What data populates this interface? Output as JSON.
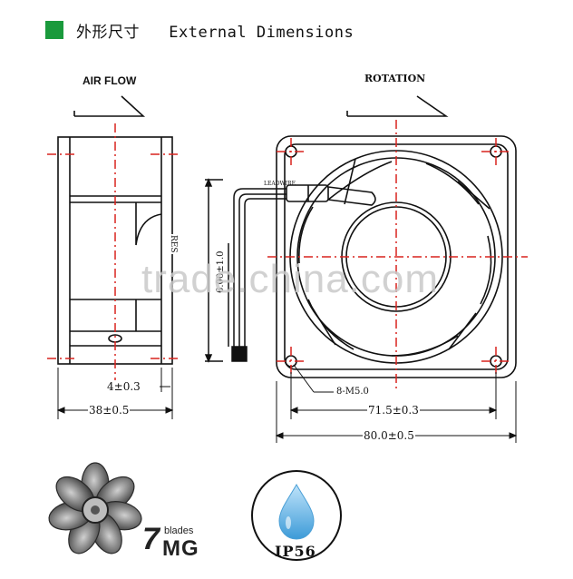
{
  "header": {
    "title_cn": "外形尺寸",
    "title_en": "External Dimensions",
    "square_color": "#1a9a3c"
  },
  "side_view": {
    "airflow_label": "AIR FLOW",
    "dim_depth": "38±0.5",
    "dim_flange": "4±0.3"
  },
  "front_view": {
    "rotation_label": "ROTATION",
    "dim_hole_spacing": "71.5±0.3",
    "dim_width": "80.0±0.5",
    "dim_holes": "8-M5.0",
    "lead_label": "LEADWIRE",
    "lead_length": "6.00±1.0",
    "res_label": "RES"
  },
  "watermark": "trade.china.com",
  "badges": {
    "blades_number": "7",
    "blades_word": "blades",
    "blades_suffix": "MG",
    "ip_rating": "IP56",
    "drop_color": "#6fb9e6"
  }
}
